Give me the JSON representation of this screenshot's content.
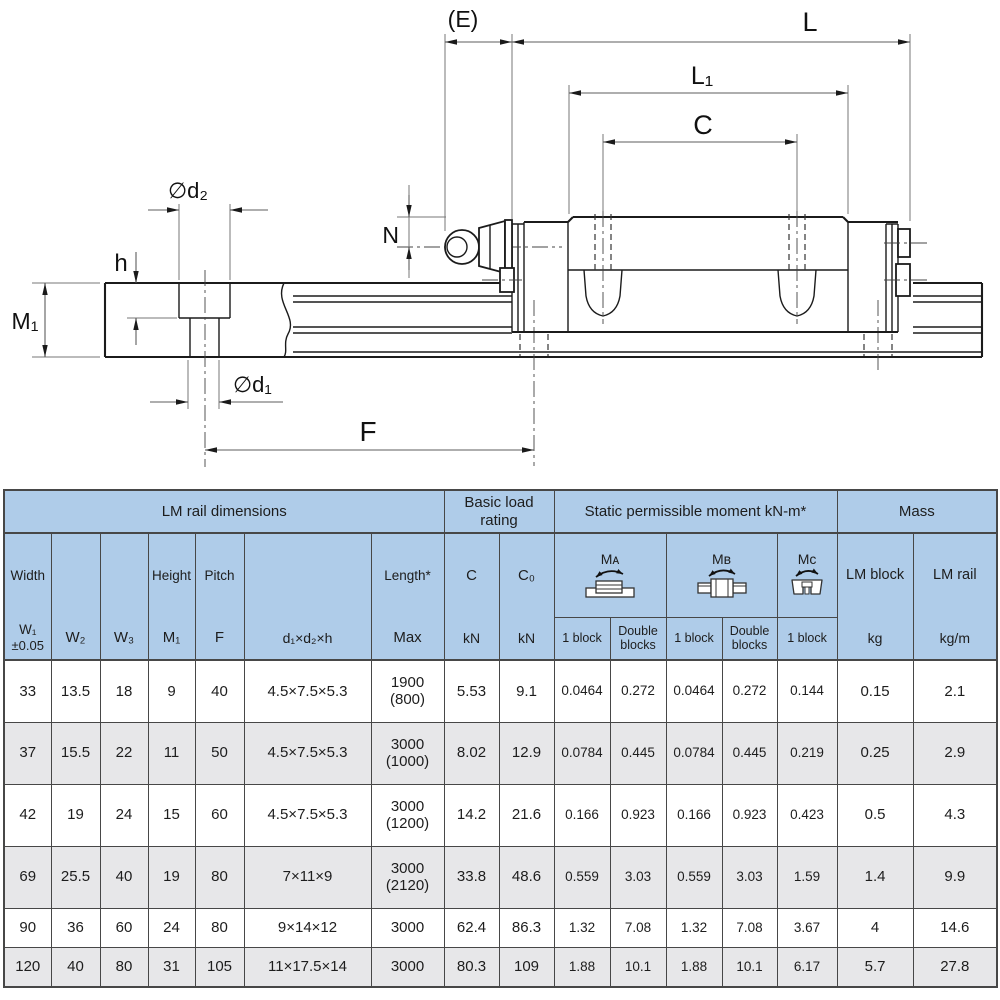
{
  "diagram": {
    "labels": {
      "e": "(E)",
      "l": "L",
      "l1": "L₁",
      "c": "C",
      "n": "N",
      "d2": "∅d₂",
      "h": "h",
      "m1": "M₁",
      "d1": "∅d₁",
      "f": "F"
    }
  },
  "table": {
    "group_headers": {
      "rail_dims": "LM rail dimensions",
      "basic_load": "Basic load rating",
      "static_moment": "Static permissible moment kN-m*",
      "mass": "Mass"
    },
    "headers": {
      "width_top": "Width",
      "width_sym": "W₁",
      "width_tol": "±0.05",
      "w2": "W₂",
      "w3": "W₃",
      "height_top": "Height",
      "height_sym": "M₁",
      "pitch_top": "Pitch",
      "pitch_sym": "F",
      "holes_sym": "d₁×d₂×h",
      "length_top": "Length*",
      "length_sym": "Max",
      "c_top": "C",
      "c0_top": "C₀",
      "kn": "kN",
      "mass_block": "LM block",
      "mass_block_unit": "kg",
      "mass_rail": "LM rail",
      "mass_rail_unit": "kg/m"
    },
    "moments": {
      "ma": "Mᴀ",
      "mb": "Mʙ",
      "mc": "Mᴄ",
      "one_block": "1 block",
      "double_blocks": "Double blocks"
    },
    "rows": [
      {
        "cells": [
          "33",
          "13.5",
          "18",
          "9",
          "40",
          "4.5×7.5×5.3",
          "1900\n(800)",
          "5.53",
          "9.1",
          "0.0464",
          "0.272",
          "0.0464",
          "0.272",
          "0.144",
          "0.15",
          "2.1"
        ]
      },
      {
        "cells": [
          "37",
          "15.5",
          "22",
          "11",
          "50",
          "4.5×7.5×5.3",
          "3000\n(1000)",
          "8.02",
          "12.9",
          "0.0784",
          "0.445",
          "0.0784",
          "0.445",
          "0.219",
          "0.25",
          "2.9"
        ]
      },
      {
        "cells": [
          "42",
          "19",
          "24",
          "15",
          "60",
          "4.5×7.5×5.3",
          "3000\n(1200)",
          "14.2",
          "21.6",
          "0.166",
          "0.923",
          "0.166",
          "0.923",
          "0.423",
          "0.5",
          "4.3"
        ]
      },
      {
        "cells": [
          "69",
          "25.5",
          "40",
          "19",
          "80",
          "7×11×9",
          "3000\n(2120)",
          "33.8",
          "48.6",
          "0.559",
          "3.03",
          "0.559",
          "3.03",
          "1.59",
          "1.4",
          "9.9"
        ]
      },
      {
        "cells": [
          "90",
          "36",
          "60",
          "24",
          "80",
          "9×14×12",
          "3000",
          "62.4",
          "86.3",
          "1.32",
          "7.08",
          "1.32",
          "7.08",
          "3.67",
          "4",
          "14.6"
        ]
      },
      {
        "cells": [
          "120",
          "40",
          "80",
          "31",
          "105",
          "11×17.5×14",
          "3000",
          "80.3",
          "109",
          "1.88",
          "10.1",
          "1.88",
          "10.1",
          "6.17",
          "5.7",
          "27.8"
        ]
      }
    ]
  },
  "colors": {
    "header_bg": "#afcce9",
    "row_alt_bg": "#e7e7e9",
    "border": "#474747"
  }
}
